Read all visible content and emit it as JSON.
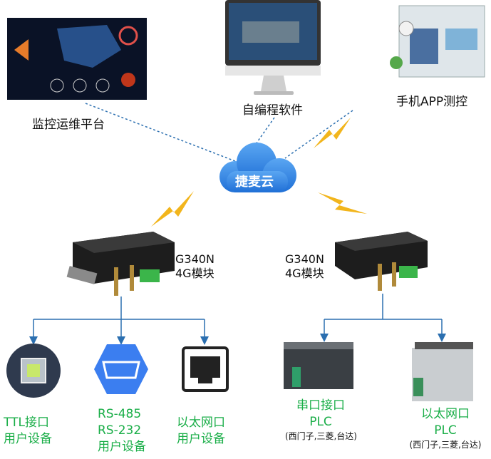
{
  "top": {
    "monitor_platform": "监控运维平台",
    "custom_software": "自编程软件",
    "mobile_app": "手机APP测控"
  },
  "cloud": {
    "label": "捷麦云",
    "color": "#2d7fe0"
  },
  "modules": [
    {
      "model": "G340N",
      "type": "4G模块"
    },
    {
      "model": "G340N",
      "type": "4G模块"
    }
  ],
  "devices": [
    {
      "line1": "TTL接口",
      "line2": "用户设备"
    },
    {
      "line1": "RS-485",
      "line2": "RS-232",
      "line3": "用户设备"
    },
    {
      "line1": "以太网口",
      "line2": "用户设备"
    },
    {
      "line1": "串口接口",
      "line2": "PLC",
      "note": "(西门子,三菱,台达)"
    },
    {
      "line1": "以太网口",
      "line2": "PLC",
      "note": "(西门子,三菱,台达)"
    }
  ],
  "colors": {
    "label_green": "#1aae48",
    "link_blue": "#2b6fb0",
    "lightning": "#f2b51c"
  }
}
